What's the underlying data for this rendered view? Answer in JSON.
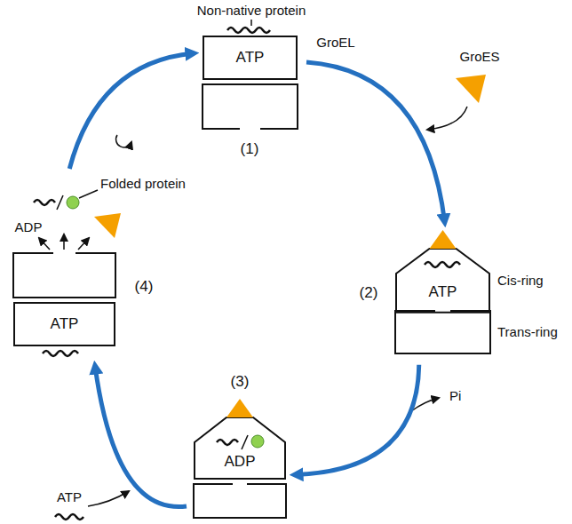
{
  "diagram": {
    "nodes": [
      {
        "text": [
          "ATP"
        ]
      },
      {
        "text": [
          "ATP"
        ]
      },
      {
        "text": [
          "ADP"
        ]
      },
      {
        "text": [
          "ATP"
        ]
      }
    ],
    "edges": [
      {
        "from": 0,
        "to": 1,
        "arrow": "to"
      },
      {
        "from": 1,
        "to": 2,
        "arrow": "to"
      },
      {
        "from": 2,
        "to": 3,
        "arrow": "to"
      },
      {
        "from": 3,
        "to": 0,
        "arrow": "to"
      }
    ],
    "labels": [
      "Non-native protein",
      "GroEL",
      "GroES",
      "(1)",
      "Cis-ring",
      "Trans-ring",
      "(2)",
      "Pi",
      "(3)",
      "ATP",
      "(4)",
      "ADP",
      "Folded protein"
    ]
  }
}
